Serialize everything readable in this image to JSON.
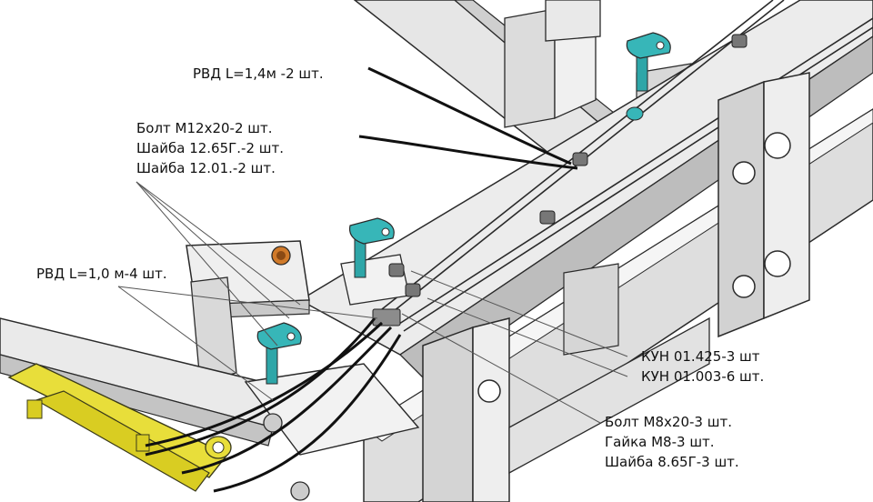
{
  "callouts": {
    "rvd_14": {
      "lines": [
        "РВД L=1,4м  -2 шт."
      ]
    },
    "bolt_m12": {
      "lines": [
        "Болт М12х20-2 шт.",
        "Шайба 12.65Г.-2 шт.",
        "Шайба 12.01.-2 шт."
      ]
    },
    "rvd_10": {
      "lines": [
        "РВД L=1,0 м-4 шт."
      ]
    },
    "kun": {
      "lines": [
        "КУН 01.425-3 шт",
        "КУН 01.003-6 шт."
      ]
    },
    "bolt_m8": {
      "lines": [
        "Болт М8х20-3 шт.",
        "Гайка М8-3 шт.",
        "Шайба 8.65Г-3 шт."
      ]
    }
  },
  "colors": {
    "frame_fill": "#e4e4e4",
    "frame_light": "#f4f4f4",
    "frame_dark": "#9a9a9a",
    "edge": "#2a2a2a",
    "hose": "#111111",
    "teal": "#37b6b8",
    "cylinder": "#e8de3a",
    "bushing": "#d07a2a",
    "leader": "#555555"
  },
  "icons": {
    "hydraulic_cylinder": "hydraulic-cylinder-icon",
    "latch_pin": "latch-pin-icon"
  }
}
